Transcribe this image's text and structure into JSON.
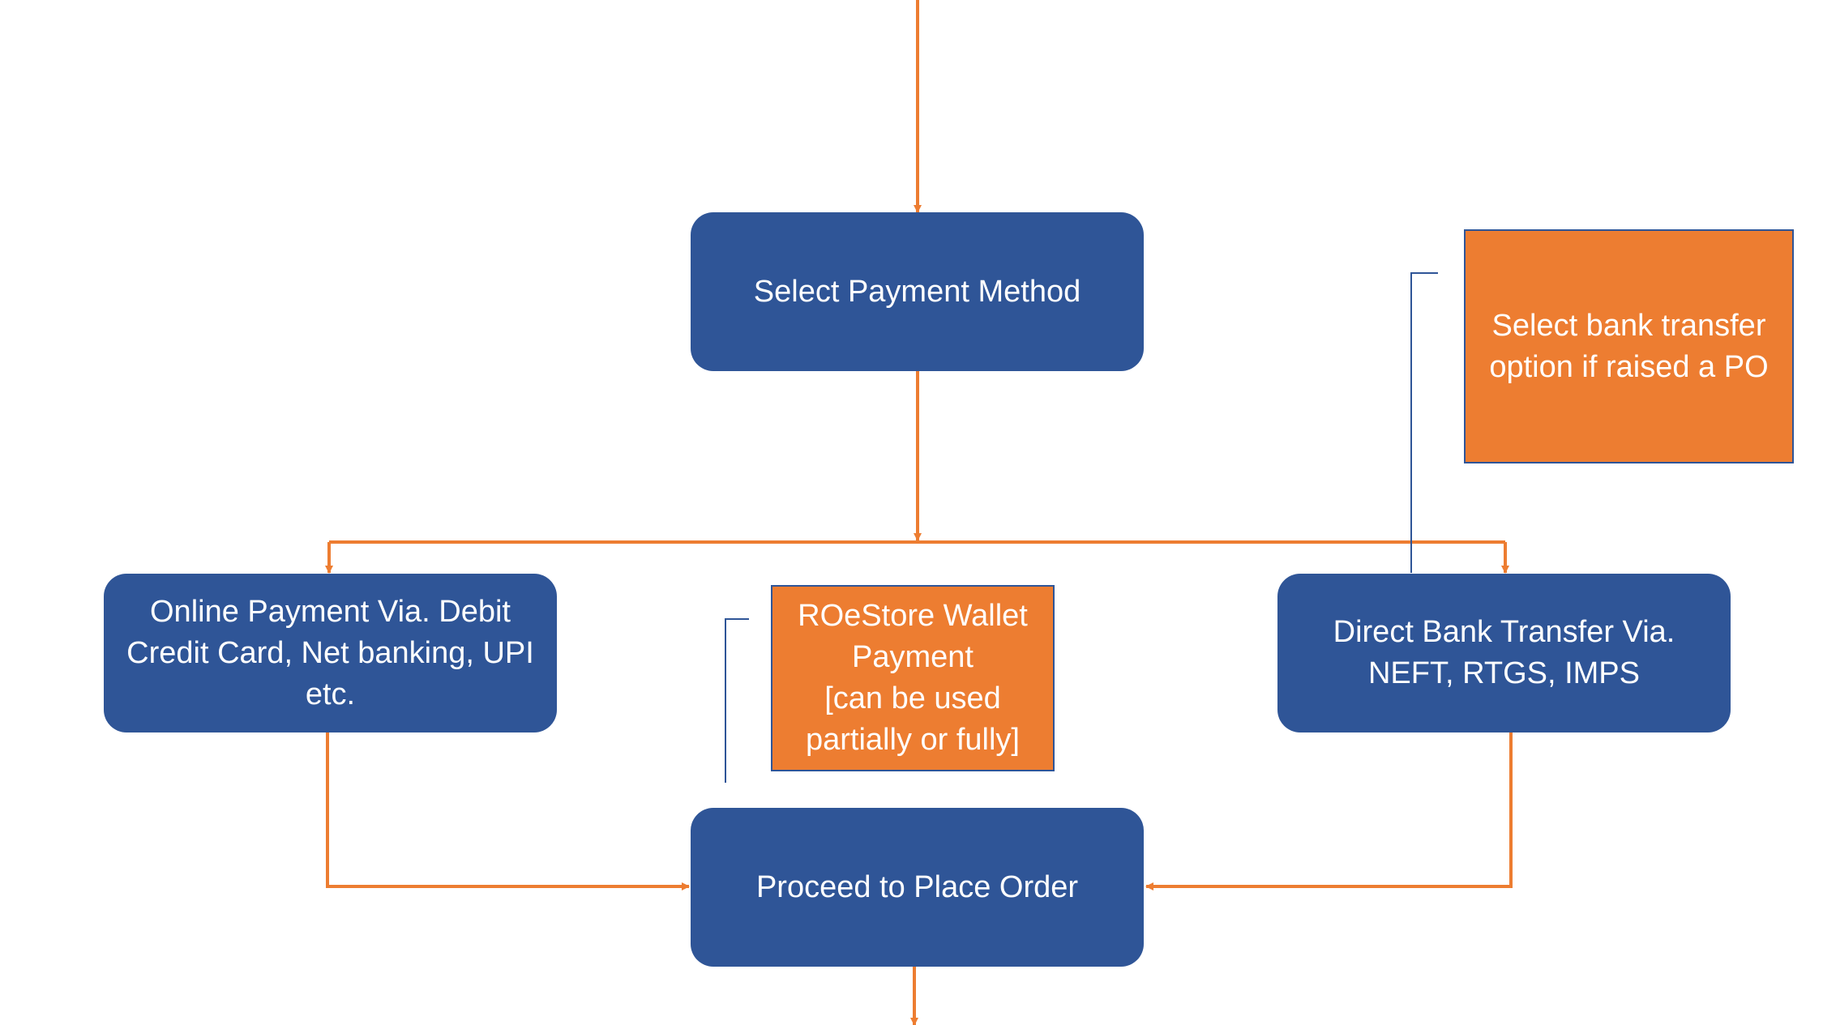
{
  "diagram": {
    "colors": {
      "process_fill": "#2f5597",
      "note_fill": "#ed7d31",
      "connector": "#ed7d31",
      "callout_line": "#2f5597",
      "text": "#ffffff"
    },
    "nodes": {
      "select_payment_method": "Select Payment Method",
      "online_payment": "Online Payment Via. Debit\nCredit Card, Net banking, UPI\netc.",
      "wallet_note": "ROeStore Wallet\nPayment\n[can be used\npartially or fully]",
      "bank_transfer": "Direct Bank Transfer Via.\nNEFT, RTGS, IMPS",
      "bank_transfer_note": "Select bank transfer\noption if raised a PO",
      "place_order": "Proceed to Place Order"
    }
  }
}
